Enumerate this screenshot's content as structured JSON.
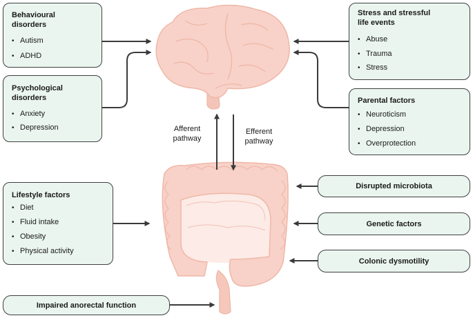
{
  "colors": {
    "box_fill": "#eaf5ef",
    "box_border": "#3f3f3f",
    "arrow": "#3a3a3a",
    "organ_fill": "#f8d2c8",
    "organ_stroke": "#efb7a8"
  },
  "icons": {
    "brain": "brain-illustration",
    "colon": "colon-illustration"
  },
  "boxes": {
    "behavioural": {
      "title": "Behavioural\ndisorders",
      "items": [
        "Autism",
        "ADHD"
      ]
    },
    "psychological": {
      "title": "Psychological\ndisorders",
      "items": [
        "Anxiety",
        "Depression"
      ]
    },
    "stress": {
      "title": "Stress and stressful\nlife events",
      "items": [
        "Abuse",
        "Trauma",
        "Stress"
      ]
    },
    "parental": {
      "title": "Parental factors",
      "items": [
        "Neuroticism",
        "Depression",
        "Overprotection"
      ]
    },
    "lifestyle": {
      "title": "Lifestyle factors",
      "items": [
        "Diet",
        "Fluid intake",
        "Obesity",
        "Physical activity"
      ]
    }
  },
  "pills": {
    "microbiota": "Disrupted microbiota",
    "genetic": "Genetic factors",
    "dysmotility": "Colonic dysmotility",
    "anorectal": "Impaired anorectal function"
  },
  "pathways": {
    "afferent": "Afferent\npathway",
    "efferent": "Efferent\npathway"
  }
}
